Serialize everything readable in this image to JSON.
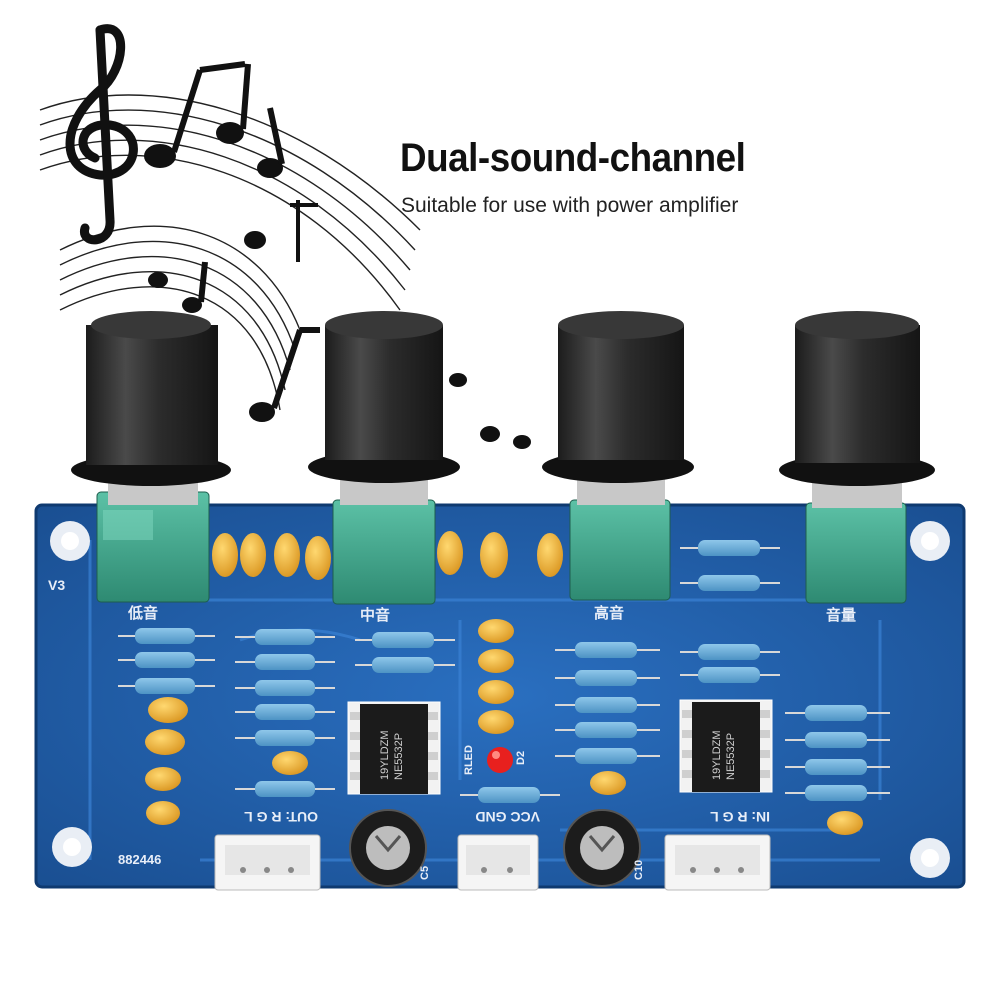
{
  "headline": {
    "title": "Dual-sound-channel",
    "subtitle": "Suitable for use with power amplifier"
  },
  "board": {
    "version": "V3",
    "serial": "882446",
    "knob_labels": [
      "低音",
      "中音",
      "高音",
      "音量"
    ],
    "chip_model": "NE5532P",
    "chip_code": "19YLDZM",
    "led_label": "RLED",
    "designator_d2": "D2",
    "connectors": {
      "output": "OUT: R  G  L",
      "power": "VCC  GND",
      "input": "IN: R  G  L"
    },
    "capacitor_marks": [
      "C10",
      "C5"
    ]
  },
  "colors": {
    "pcb": "#1f5fa8",
    "knob": "#2a2a2a",
    "potentiometer": "#3aa68a",
    "capacitor": "#f0b030",
    "notes": "#111111"
  }
}
